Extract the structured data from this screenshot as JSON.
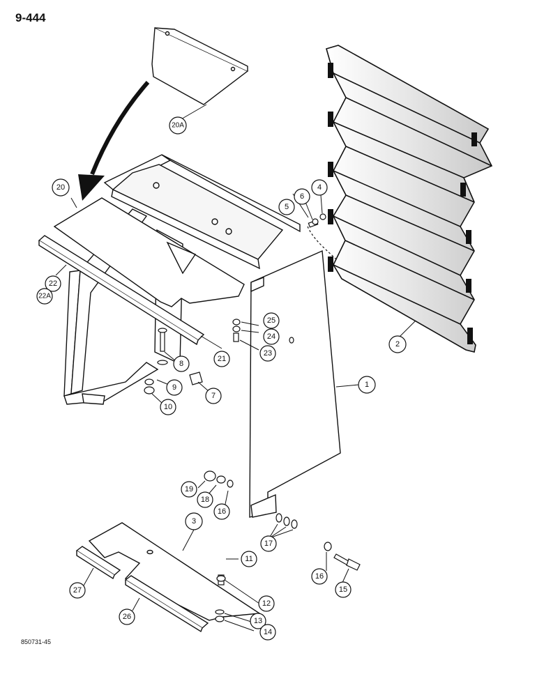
{
  "page_number": "9-444",
  "figure_code": "850731-45",
  "callouts": [
    {
      "id": "1",
      "label": "1"
    },
    {
      "id": "2",
      "label": "2"
    },
    {
      "id": "3",
      "label": "3"
    },
    {
      "id": "4",
      "label": "4"
    },
    {
      "id": "5",
      "label": "5"
    },
    {
      "id": "6",
      "label": "6"
    },
    {
      "id": "7",
      "label": "7"
    },
    {
      "id": "8",
      "label": "8"
    },
    {
      "id": "9",
      "label": "9"
    },
    {
      "id": "10",
      "label": "10"
    },
    {
      "id": "11",
      "label": "11"
    },
    {
      "id": "12",
      "label": "12"
    },
    {
      "id": "13",
      "label": "13"
    },
    {
      "id": "14",
      "label": "14"
    },
    {
      "id": "15",
      "label": "15"
    },
    {
      "id": "16a",
      "label": "16"
    },
    {
      "id": "16b",
      "label": "16"
    },
    {
      "id": "17",
      "label": "17"
    },
    {
      "id": "18",
      "label": "18"
    },
    {
      "id": "19",
      "label": "19"
    },
    {
      "id": "20",
      "label": "20"
    },
    {
      "id": "20A",
      "label": "20A"
    },
    {
      "id": "21",
      "label": "21"
    },
    {
      "id": "22",
      "label": "22"
    },
    {
      "id": "22A",
      "label": "22A"
    },
    {
      "id": "23",
      "label": "23"
    },
    {
      "id": "24",
      "label": "24"
    },
    {
      "id": "25",
      "label": "25"
    },
    {
      "id": "26",
      "label": "26"
    },
    {
      "id": "27",
      "label": "27"
    }
  ]
}
